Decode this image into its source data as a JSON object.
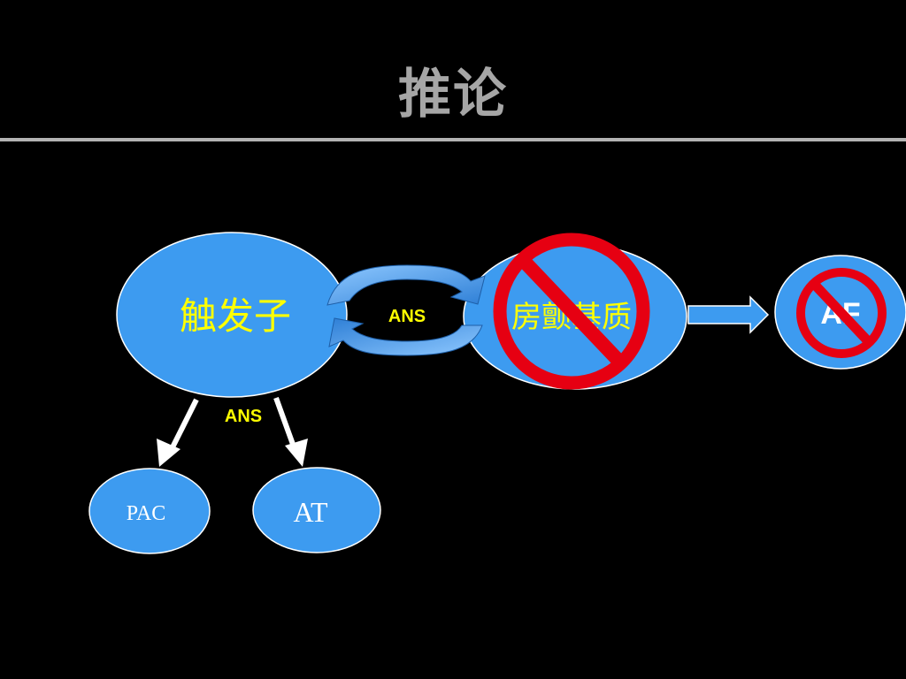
{
  "slide": {
    "title": "推论"
  },
  "nodes": {
    "trigger": "触发子",
    "matrix": "房颤基质",
    "af": "AF",
    "pac": "PAC",
    "at": "AT"
  },
  "edges": {
    "cycle_label": "ANS",
    "branch_label": "ANS"
  },
  "colors": {
    "background": "#000000",
    "title": "#A6A6A6",
    "rule": "#B3B3B3",
    "node_fill": "#3D9BF0",
    "node_stroke": "#FFFFFF",
    "label_yellow": "#FFFF00",
    "label_white": "#FFFFFF",
    "prohibit_red": "#E60012",
    "arrow_fill": "#3D9BF0"
  },
  "icons": {
    "prohibition": "prohibition-sign-icon",
    "cycle": "cyclic-arrows-icon"
  }
}
